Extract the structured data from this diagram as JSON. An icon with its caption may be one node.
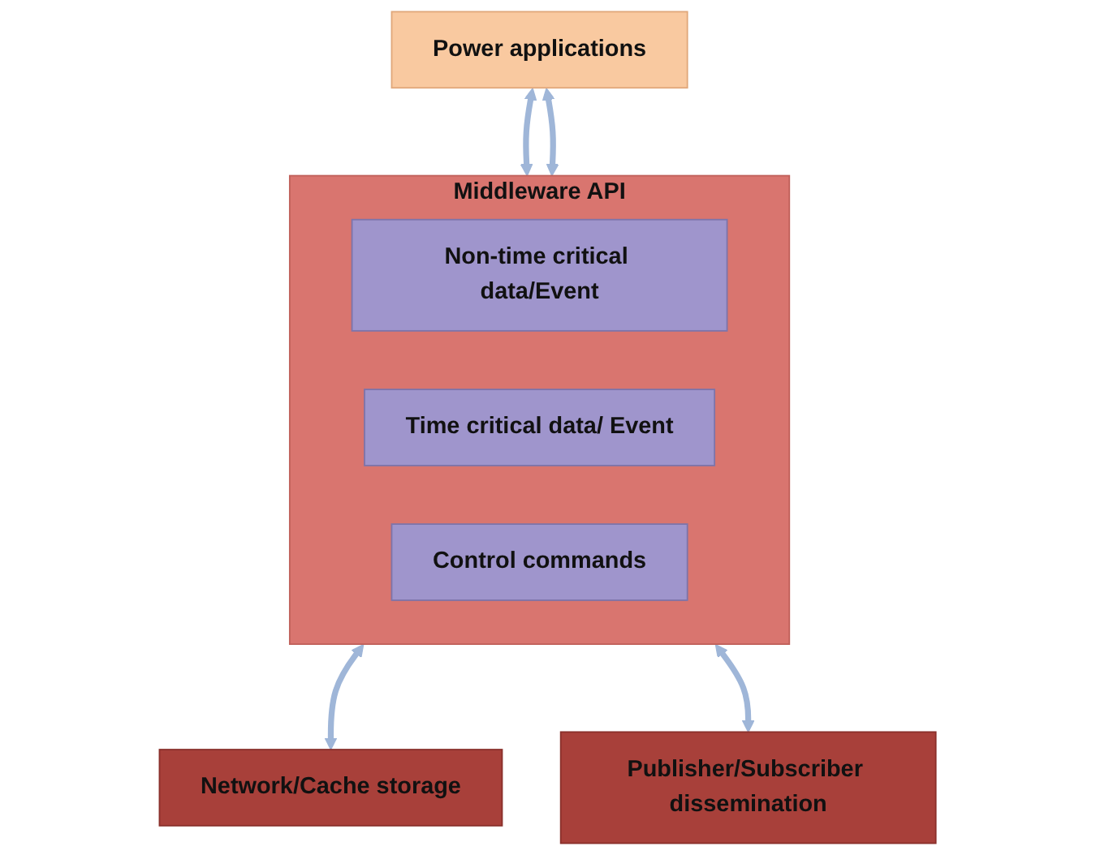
{
  "diagram": {
    "nodes": [
      {
        "text": [
          "Power applications"
        ]
      },
      {
        "text": [
          "Middleware API"
        ]
      },
      {
        "text": [
          "Non-time critical data/Event"
        ],
        "in": 1
      },
      {
        "text": [
          "Time critical data/ Event"
        ],
        "in": 1
      },
      {
        "text": [
          "Control commands"
        ],
        "in": 1
      },
      {
        "text": [
          "Network/Cache storage"
        ]
      },
      {
        "text": [
          "Publisher/Subscriber dissemination"
        ]
      }
    ],
    "edges": [
      {
        "from": 0,
        "to": 1,
        "arrow": "both"
      },
      {
        "from": 0,
        "to": 1,
        "arrow": "both"
      },
      {
        "from": 1,
        "to": 5,
        "arrow": "both"
      },
      {
        "from": 1,
        "to": 6,
        "arrow": "both"
      }
    ]
  }
}
